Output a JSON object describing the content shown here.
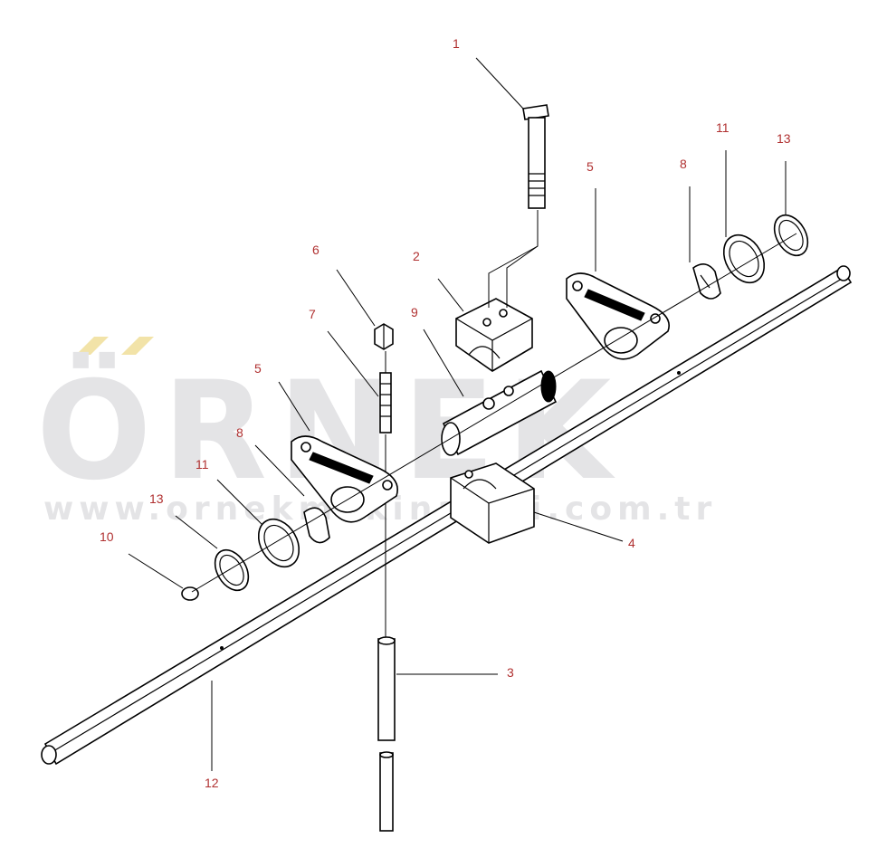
{
  "watermark": {
    "brand": "ÖRNEK",
    "url": "www.ornekmakinalari.com.tr",
    "accent_color": "#f2e3a8",
    "text_color": "#e4e4e6"
  },
  "callouts": [
    {
      "id": "c1",
      "label": "1"
    },
    {
      "id": "c2",
      "label": "2"
    },
    {
      "id": "c3",
      "label": "3"
    },
    {
      "id": "c4",
      "label": "4"
    },
    {
      "id": "c5a",
      "label": "5"
    },
    {
      "id": "c5b",
      "label": "5"
    },
    {
      "id": "c6",
      "label": "6"
    },
    {
      "id": "c7",
      "label": "7"
    },
    {
      "id": "c8a",
      "label": "8"
    },
    {
      "id": "c8b",
      "label": "8"
    },
    {
      "id": "c9",
      "label": "9"
    },
    {
      "id": "c10",
      "label": "10"
    },
    {
      "id": "c11a",
      "label": "11"
    },
    {
      "id": "c11b",
      "label": "11"
    },
    {
      "id": "c12",
      "label": "12"
    },
    {
      "id": "c13a",
      "label": "13"
    },
    {
      "id": "c13b",
      "label": "13"
    }
  ],
  "colors": {
    "callout": "#b03030",
    "line": "#000000"
  }
}
